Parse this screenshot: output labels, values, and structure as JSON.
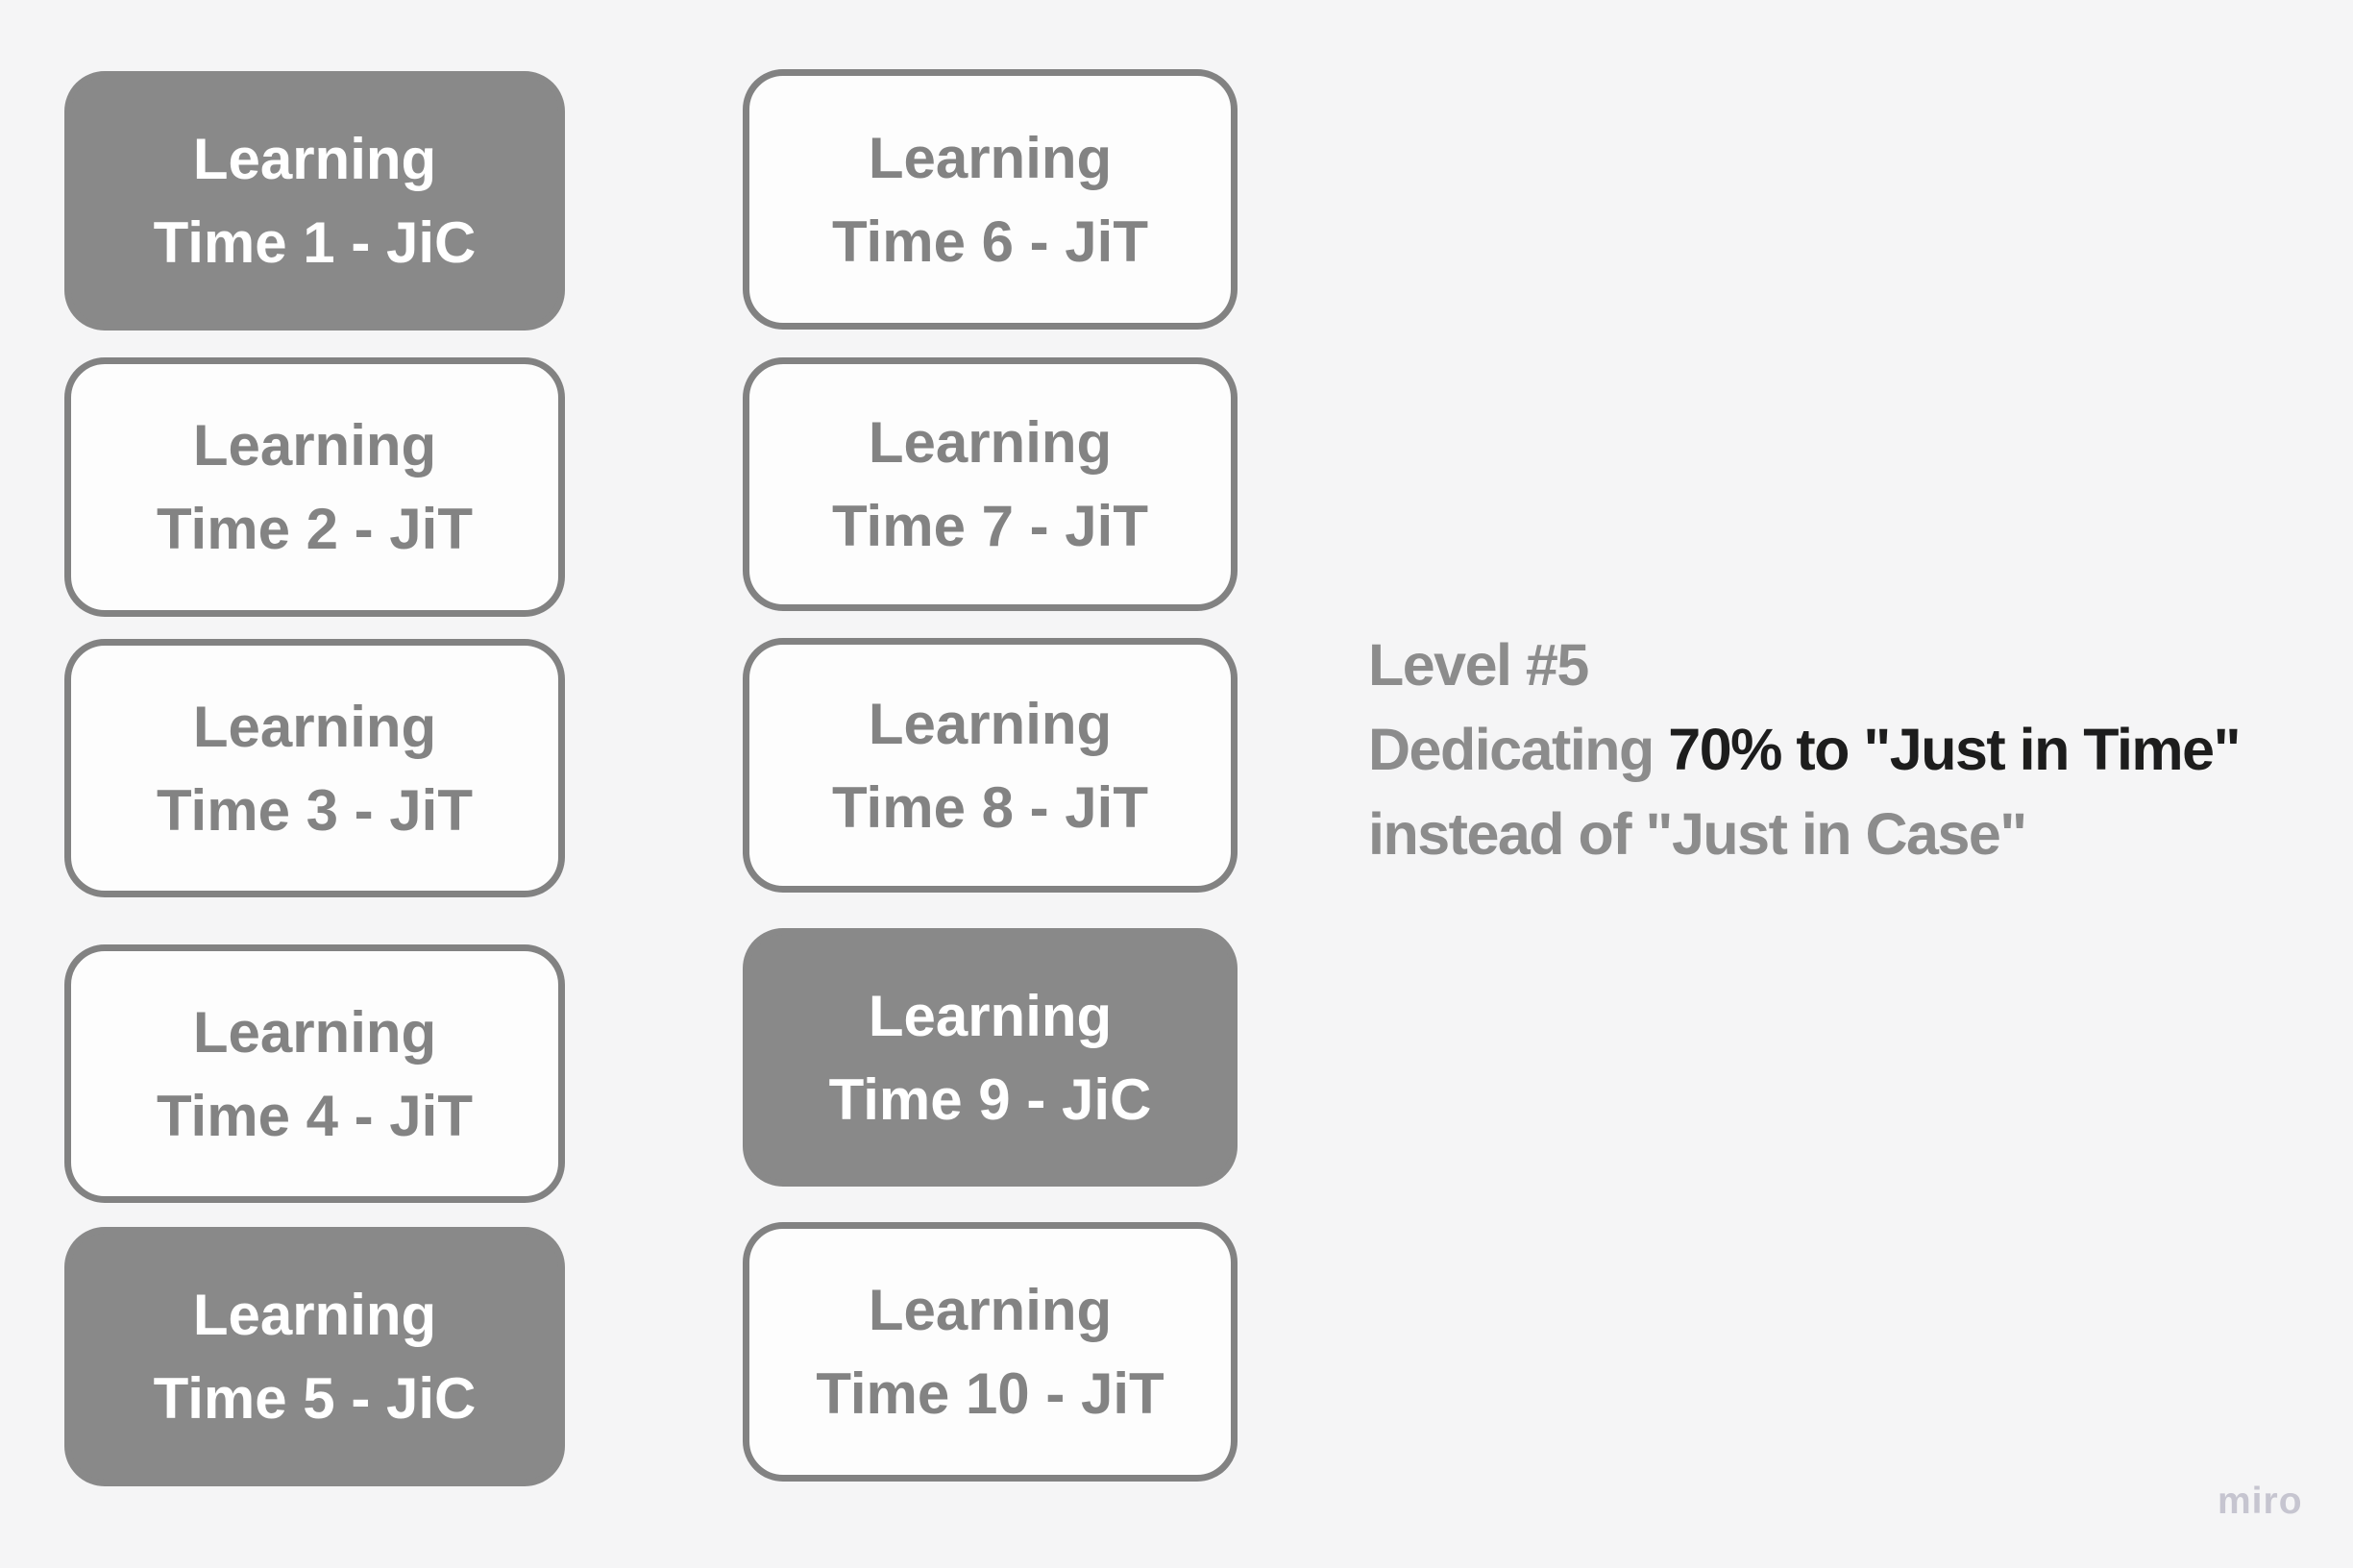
{
  "canvas": {
    "background_color": "#f5f5f6"
  },
  "cards": [
    {
      "line1": "Learning",
      "line2": "Time 1 - JiC",
      "type": "JiC",
      "variant": "filled"
    },
    {
      "line1": "Learning",
      "line2": "Time 2 - JiT",
      "type": "JiT",
      "variant": "outline"
    },
    {
      "line1": "Learning",
      "line2": "Time 3 - JiT",
      "type": "JiT",
      "variant": "outline"
    },
    {
      "line1": "Learning",
      "line2": "Time 4 - JiT",
      "type": "JiT",
      "variant": "outline"
    },
    {
      "line1": "Learning",
      "line2": "Time 5 - JiC",
      "type": "JiC",
      "variant": "filled"
    },
    {
      "line1": "Learning",
      "line2": "Time 6 - JiT",
      "type": "JiT",
      "variant": "outline"
    },
    {
      "line1": "Learning",
      "line2": "Time 7 - JiT",
      "type": "JiT",
      "variant": "outline"
    },
    {
      "line1": "Learning",
      "line2": "Time 8 - JiT",
      "type": "JiT",
      "variant": "outline"
    },
    {
      "line1": "Learning",
      "line2": "Time 9 - JiC",
      "type": "JiC",
      "variant": "filled"
    },
    {
      "line1": "Learning",
      "line2": "Time 10 - JiT",
      "type": "JiT",
      "variant": "outline"
    }
  ],
  "annotation": {
    "line1": "Level #5",
    "line2_gray": "Dedicating ",
    "line2_emphasis": "70% to \"Just in Time\"",
    "line3": "instead of \"Just in Case\""
  },
  "watermark": {
    "label": "miro"
  },
  "colors": {
    "background": "#f5f5f6",
    "card_fill_gray": "#898989",
    "card_border_gray": "#828282",
    "card_text_gray": "#838383",
    "card_fill_light": "#fdfdfd",
    "card_text_white": "#ffffff",
    "annotation_gray": "#8c8c8c",
    "annotation_dark": "#1d1d1d",
    "watermark_color": "#c6c5d0"
  }
}
